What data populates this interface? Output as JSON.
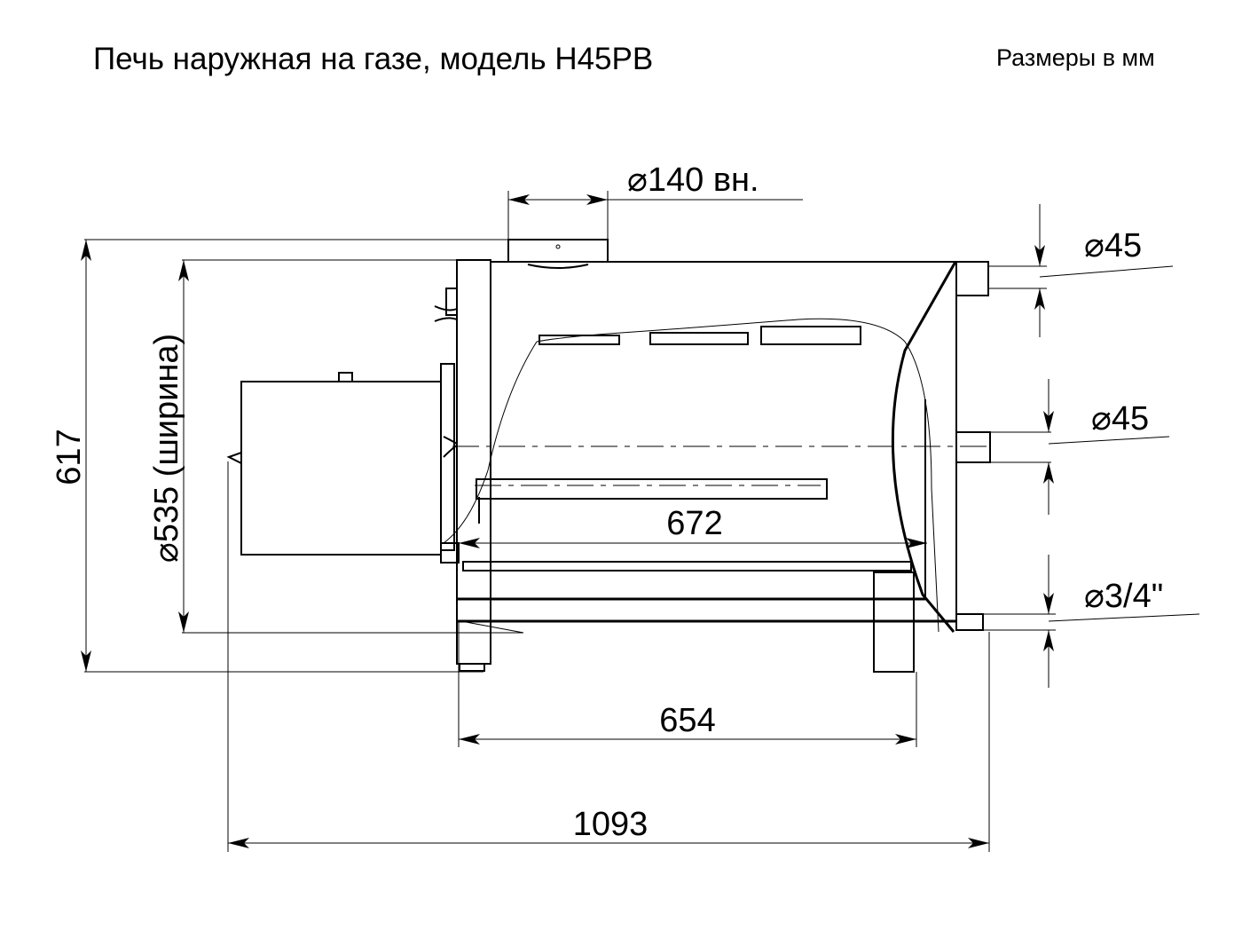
{
  "title": "Печь наружная на газе, модель H45PB",
  "units_note": "Размеры в мм",
  "dimensions": {
    "chimney": "⌀140 вн.",
    "height": "617",
    "width": "⌀535 (ширина)",
    "inner_length": "672",
    "legs_span": "654",
    "total_length": "1093",
    "pipe_top": "⌀45",
    "pipe_middle": "⌀45",
    "pipe_bottom": "⌀3/4\""
  }
}
